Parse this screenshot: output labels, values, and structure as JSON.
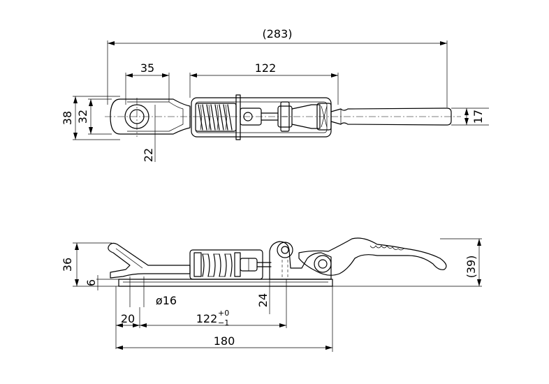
{
  "top_view": {
    "dim_overall": "(283)",
    "dim_35": "35",
    "dim_122": "122",
    "dim_38": "38",
    "dim_32": "32",
    "dim_22": "22",
    "dim_17": "17"
  },
  "side_view": {
    "dim_36": "36",
    "dim_6": "6",
    "dim_16": "ø16",
    "dim_24": "24",
    "dim_20": "20",
    "dim_122": "122",
    "dim_122_tol_upper": "+0",
    "dim_122_tol_lower": "−1",
    "dim_180": "180",
    "dim_39": "(39)"
  },
  "colors": {
    "line": "#000000",
    "background": "#ffffff"
  }
}
